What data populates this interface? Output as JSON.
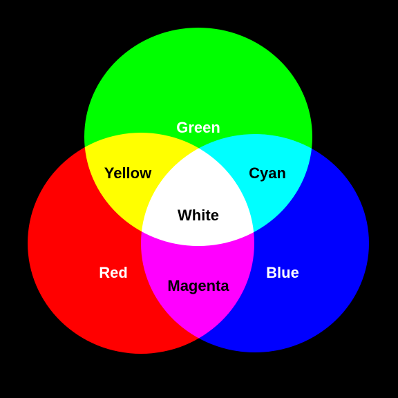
{
  "background_color": "#000000",
  "circles": [
    {
      "name": "Green",
      "color": "#00ff00"
    },
    {
      "name": "Red",
      "color": "#ff0000"
    },
    {
      "name": "Blue",
      "color": "#0000ff"
    }
  ],
  "labels": {
    "green": "Green",
    "red": "Red",
    "blue": "Blue",
    "yellow": "Yellow",
    "cyan": "Cyan",
    "magenta": "Magenta",
    "white": "White"
  },
  "label_colors": {
    "on_primary": "#ffffff",
    "on_mix": "#000000"
  }
}
